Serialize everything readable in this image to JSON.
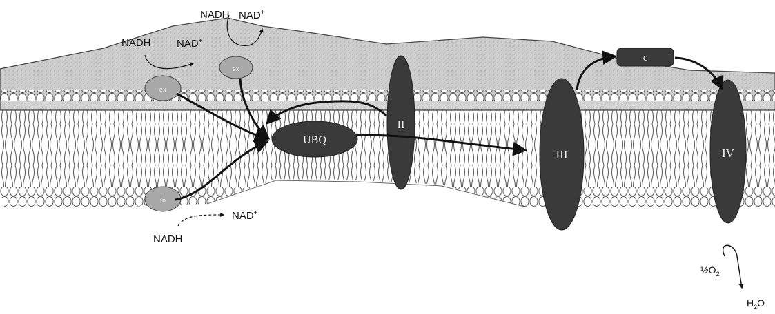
{
  "labels": {
    "nadh_top_left": "NADH",
    "nad_top_left": "NAD",
    "nadh_top_center": "NADH",
    "nad_top_center": "NAD",
    "nadh_bottom": "NADH",
    "nad_bottom": "NAD",
    "plus": "+",
    "half_o2": "½O",
    "o2_sub": "2",
    "h2o_h": "H",
    "h2o_sub": "2",
    "h2o_o": "O"
  },
  "complexes": {
    "ubq": "UBQ",
    "ii": "II",
    "iii": "III",
    "iv": "IV",
    "c": "c",
    "ex_top": "ex",
    "ex_left": "ex",
    "in": "in"
  },
  "colors": {
    "membrane_fill": "#c9c9c9",
    "complex_dark": "#3a3a3a",
    "dehydrogenase": "#a8a8a8",
    "arrow": "#111111"
  }
}
